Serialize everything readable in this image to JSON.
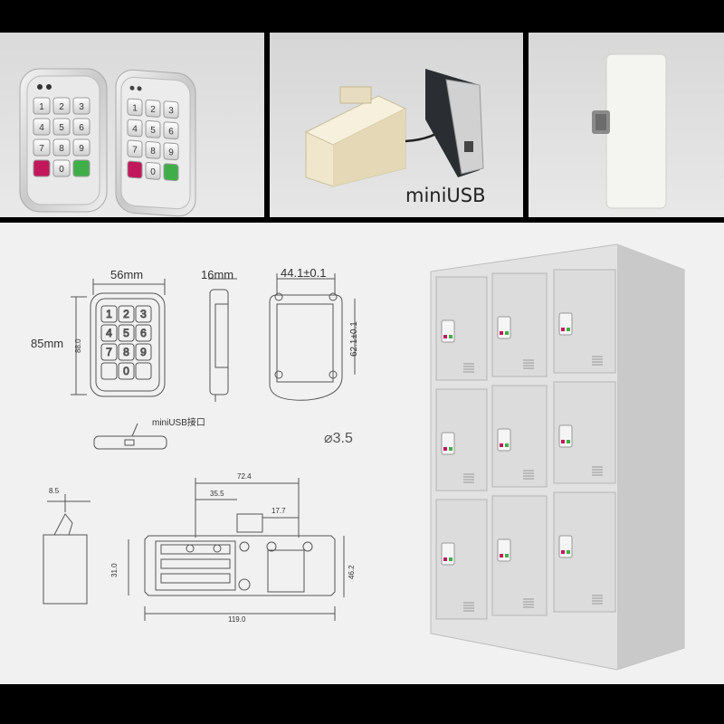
{
  "photos": {
    "cable_caption": "miniUSB"
  },
  "drawing": {
    "front_width": "56mm",
    "side_depth": "16mm",
    "back_width": "44.1±0.1",
    "height_left": "85mm",
    "height_side": "88.0",
    "back_height": "62.1±0.1",
    "port_callout": "miniUSB接口",
    "hole_diameter": "⌀3.5",
    "top_dim_a": "8.5",
    "dim_72": "72.4",
    "dim_35": "35.5",
    "dim_17": "17.7",
    "dim_31": "31.0",
    "dim_46": "46.2",
    "dim_119": "119.0"
  },
  "keypad_labels": [
    "1",
    "2",
    "3",
    "4",
    "5",
    "6",
    "7",
    "8",
    "9",
    "0"
  ],
  "colors": {
    "cancel_key": "#c2185b",
    "enter_key": "#3fae49",
    "cabinet": "#d9d9d9"
  }
}
